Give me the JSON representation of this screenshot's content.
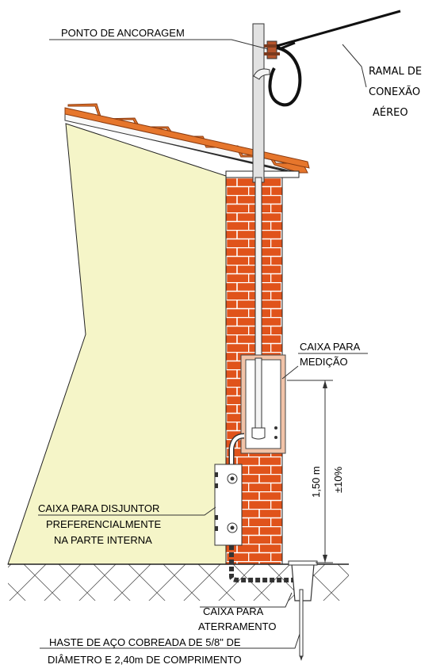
{
  "labels": {
    "anchor_point": "PONTO DE ANCORAGEM",
    "aerial_line_1": "RAMAL DE",
    "aerial_line_2": "CONEXÃO",
    "aerial_line_3": "AÉREO",
    "meter_box_1": "CAIXA PARA",
    "meter_box_2": "MEDIÇÃO",
    "breaker_box_1": "CAIXA PARA DISJUNTOR",
    "breaker_box_2": "PREFERENCIALMENTE",
    "breaker_box_3": "NA PARTE INTERNA",
    "ground_box_1": "CAIXA PARA",
    "ground_box_2": "ATERRAMENTO",
    "rod_1": "HASTE DE AÇO COBREADA DE 5/8\" DE",
    "rod_2": "DIÂMETRO E 2,40m DE COMPRIMENTO"
  },
  "dimension": {
    "height": "1,50 m",
    "tolerance": "±10%"
  },
  "colors": {
    "wall": "#f5f5c8",
    "brick": "#e0531b",
    "mortar": "#ffffff",
    "roof_tile": "#e6762c",
    "meter_box_frame": "#f1c3a8"
  }
}
